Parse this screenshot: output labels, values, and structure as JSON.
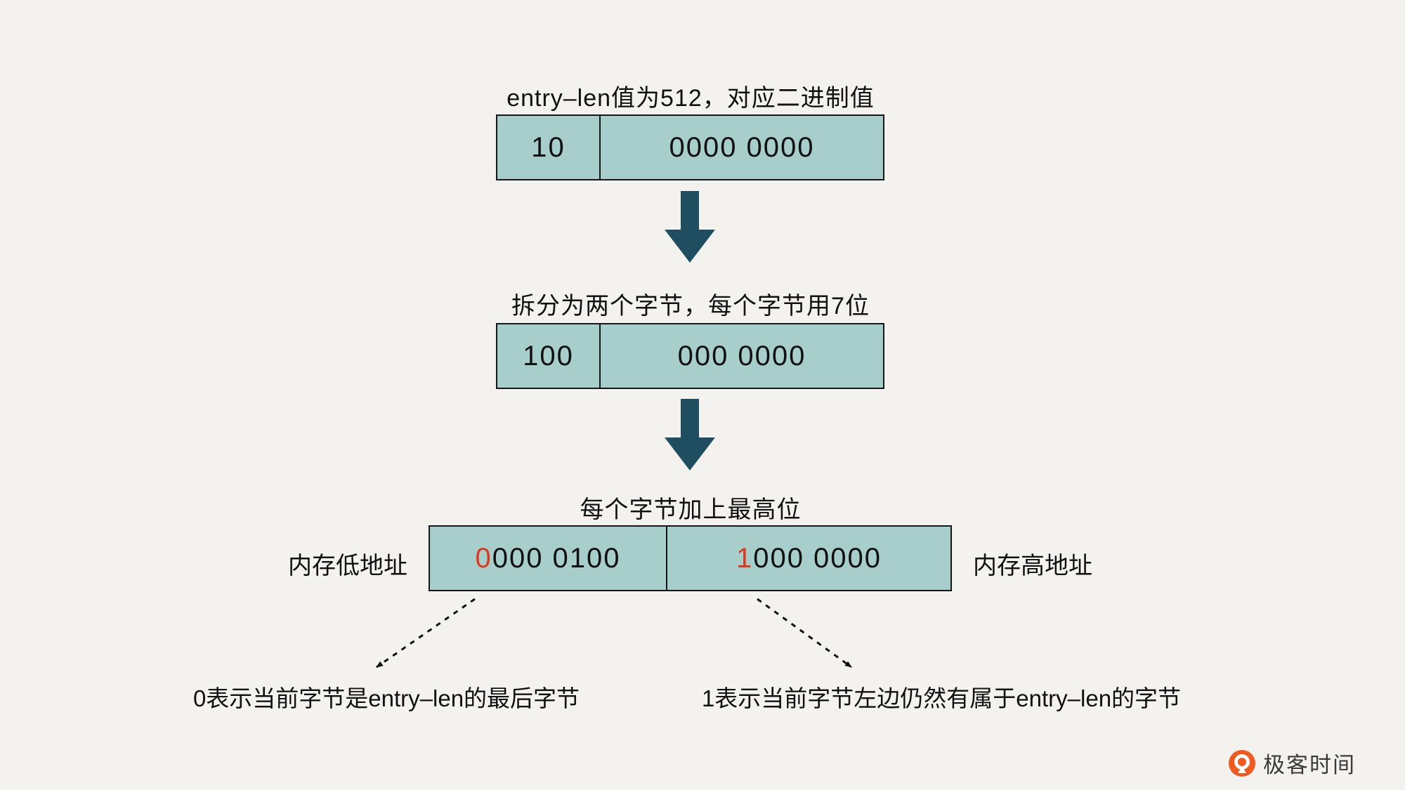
{
  "colors": {
    "background": "#f4f2ee",
    "box_fill": "#a8cecb",
    "box_border": "#161616",
    "arrow": "#1e4e5f",
    "highlight_digit": "#d93a21",
    "logo_orange": "#f2591f"
  },
  "step1": {
    "title": "entry–len值为512，对应二进制值",
    "cells": [
      "10",
      "0000 0000"
    ]
  },
  "step2": {
    "title": "拆分为两个字节，每个字节用7位",
    "cells": [
      "100",
      "000 0000"
    ]
  },
  "step3": {
    "title": "每个字节加上最高位",
    "left_label": "内存低地址",
    "right_label": "内存高地址",
    "cells": [
      {
        "highlight": "0",
        "rest": "000 0100"
      },
      {
        "highlight": "1",
        "rest": "000 0000"
      }
    ],
    "notes": [
      "0表示当前字节是entry–len的最后字节",
      "1表示当前字节左边仍然有属于entry–len的字节"
    ]
  },
  "brand": {
    "name": "极客时间"
  }
}
